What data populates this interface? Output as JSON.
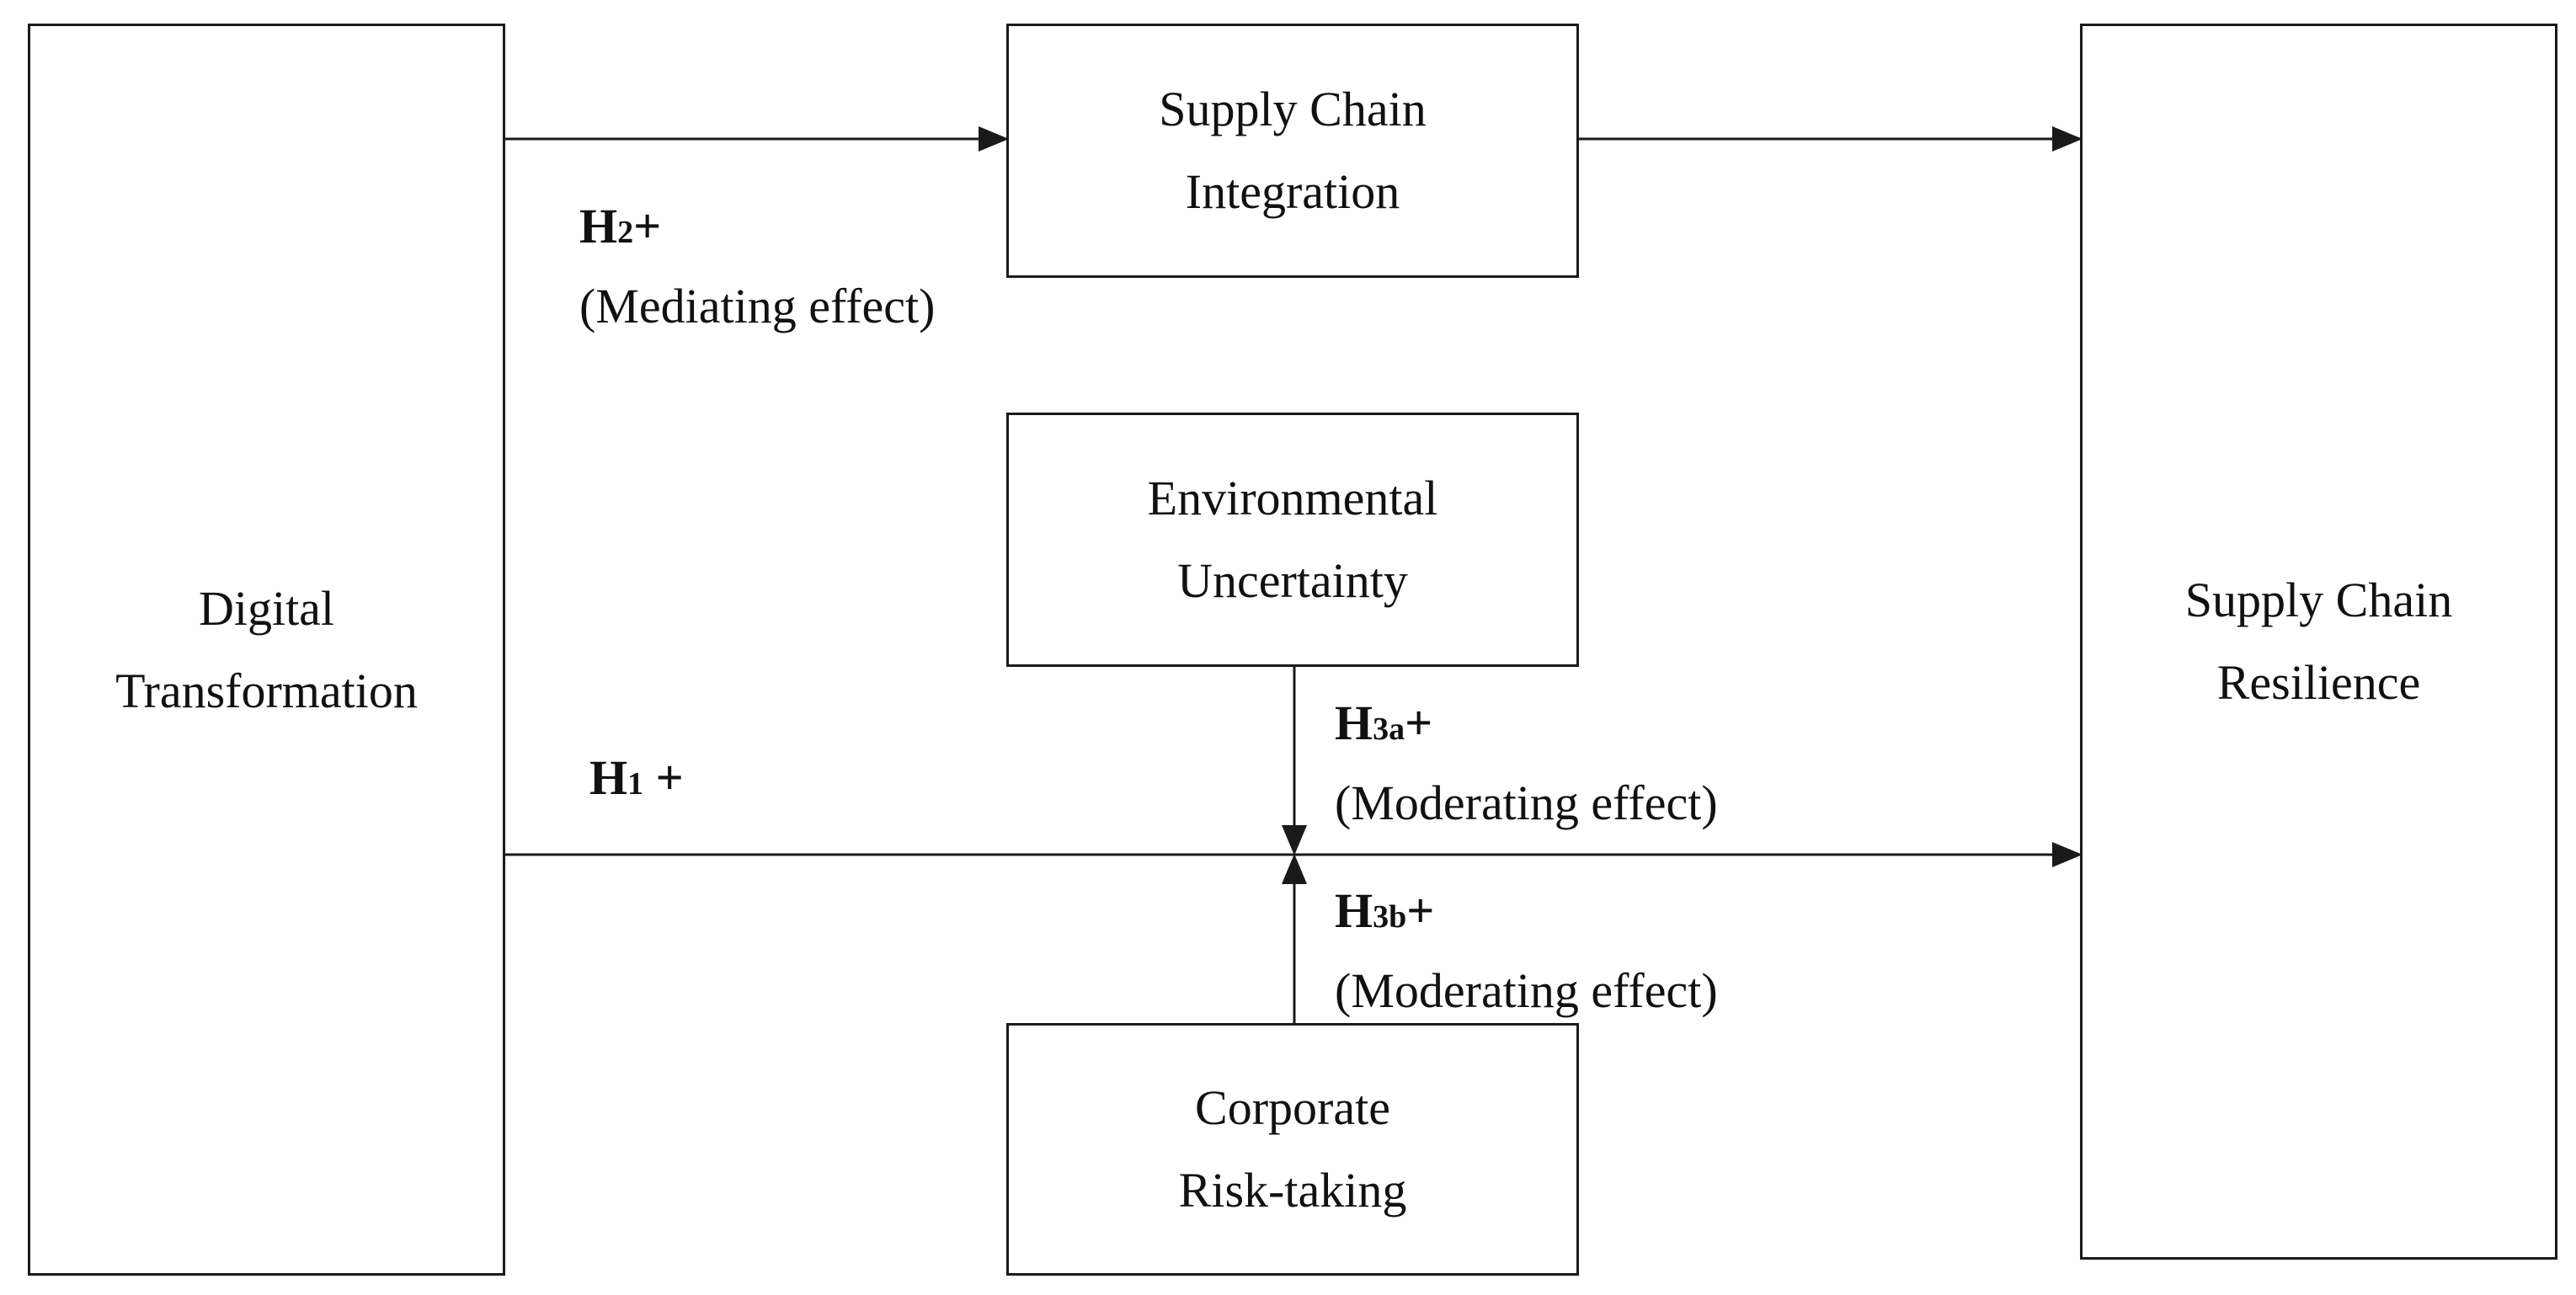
{
  "constructs": {
    "digital_transformation": {
      "line1": "Digital",
      "line2": "Transformation"
    },
    "supply_chain_integration": {
      "line1": "Supply Chain",
      "line2": "Integration"
    },
    "environmental_uncertainty": {
      "line1": "Environmental",
      "line2": "Uncertainty"
    },
    "corporate_risk_taking": {
      "line1": "Corporate",
      "line2": "Risk-taking"
    },
    "supply_chain_resilience": {
      "line1": "Supply Chain",
      "line2": "Resilience"
    }
  },
  "hypotheses": {
    "h2": {
      "letter": "H",
      "sub": "2",
      "sign": "+",
      "effect": "(Mediating effect)"
    },
    "h1": {
      "letter": "H",
      "sub": "1",
      "sign": " +"
    },
    "h3a": {
      "letter": "H",
      "sub": "3a",
      "sign": "+",
      "effect": "(Moderating effect)"
    },
    "h3b": {
      "letter": "H",
      "sub": "3b",
      "sign": "+",
      "effect": "(Moderating effect)"
    }
  },
  "colors": {
    "stroke": "#1a1a1a",
    "background": "#ffffff",
    "text": "#111111"
  }
}
